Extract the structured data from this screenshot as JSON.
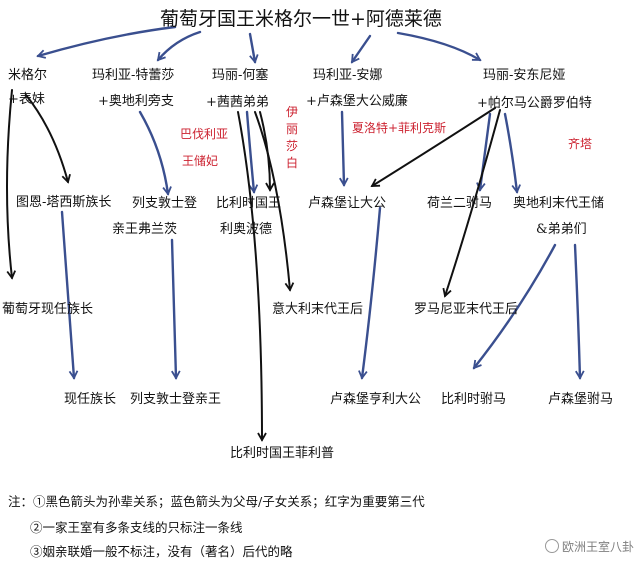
{
  "title": "葡萄牙国王米格尔一世+阿德莱德",
  "people": {
    "miguel": "米格尔",
    "miguel_sp": "+表妹",
    "maria_teresa": "玛利亚-特蕾莎",
    "maria_teresa_sp": "+奥地利旁支",
    "maria_jose": "玛丽-何塞",
    "maria_jose_sp": "+茜茜弟弟",
    "maria_anna": "玛利亚-安娜",
    "maria_anna_sp": "+卢森堡大公威廉",
    "maria_antonia": "玛丽-安东尼娅",
    "maria_antonia_sp": "+帕尔马公爵罗伯特",
    "thurn_taxis": "图恩-塔西斯族长",
    "liechtenstein_1": "列支敦士登",
    "franz": "亲王弗兰茨",
    "belgium_queen": "比利时国王",
    "leopold": "利奥波德",
    "lux_charlotte": "卢森堡让大公",
    "dutch_consort": "荷兰二驸马",
    "austria_heir": "奥地利末代王储",
    "austria_heir_2": "&弟弟们",
    "portugal_head": "葡萄牙现任族长",
    "italy_queen": "意大利末代王后",
    "romania_queen": "罗马尼亚末代王后",
    "current_head": "现任族长",
    "liechtenstein_2": "列支敦士登亲王",
    "lux_henri": "卢森堡亨利大公",
    "belgium_consort": "比利时驸马",
    "lux_consort": "卢森堡驸马",
    "philippe": "比利时国王菲利普"
  },
  "red_labels": {
    "bavaria": "巴伐利亚",
    "crown_princess": "王储妃",
    "elisabeth": "伊丽莎白",
    "charlotte": "夏洛特+菲利克斯",
    "zita": "齐塔"
  },
  "notes": [
    "注：①黑色箭头为孙辈关系；蓝色箭头为父母/子女关系；红字为重要第三代",
    "②一家王室有多条支线的只标注一条线",
    "③姻亲联婚一般不标注，没有（著名）后代的略"
  ],
  "watermark": "欧洲王室八卦",
  "colors": {
    "black_arrow": "#111111",
    "blue_arrow": "#3a4f8f",
    "red_text": "#cc2230"
  }
}
